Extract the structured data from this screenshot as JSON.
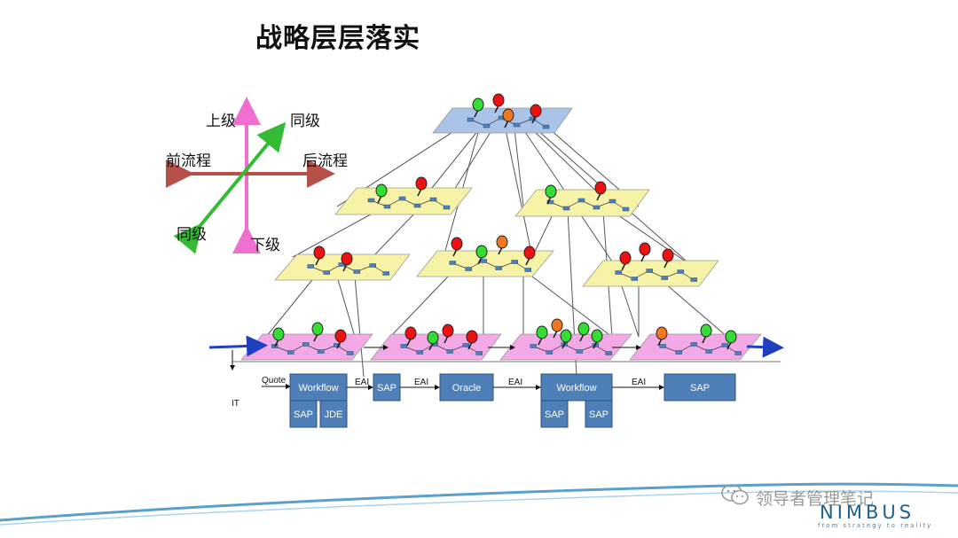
{
  "title": "战略层层落实",
  "cross": {
    "up": "上级",
    "down": "下级",
    "prev": "前流程",
    "next": "后流程",
    "peer_top": "同级",
    "peer_bottom": "同级"
  },
  "it_label": "IT",
  "quote_label": "Quote",
  "it_systems": {
    "workflow1": "Workflow",
    "sap_a": "SAP",
    "jde": "JDE",
    "sap_b": "SAP",
    "oracle": "Oracle",
    "workflow2": "Workflow",
    "sap_c": "SAP",
    "sap_d": "SAP",
    "sap_e": "SAP"
  },
  "eai_labels": [
    "EAI",
    "EAI",
    "EAI",
    "EAI"
  ],
  "watermark": "领导者管理笔记",
  "brand": {
    "name": "NIMBUS",
    "tagline": "from strategy to reality"
  },
  "colors": {
    "top_plane": "#a9c4e8",
    "mid_plane": "#f7f3a6",
    "bottom_plane": "#f2a9e6",
    "it_box": "#4f7fb8",
    "green": "#33dd33",
    "red": "#ee1111",
    "orange": "#f07820",
    "arrow_vertical": "#ee6fd0",
    "arrow_horizontal": "#b8504a",
    "arrow_diagonal": "#33bb33",
    "flow_arrow": "#1f3fbf"
  },
  "icons": [
    "status-pin-icon",
    "wechat-icon"
  ]
}
